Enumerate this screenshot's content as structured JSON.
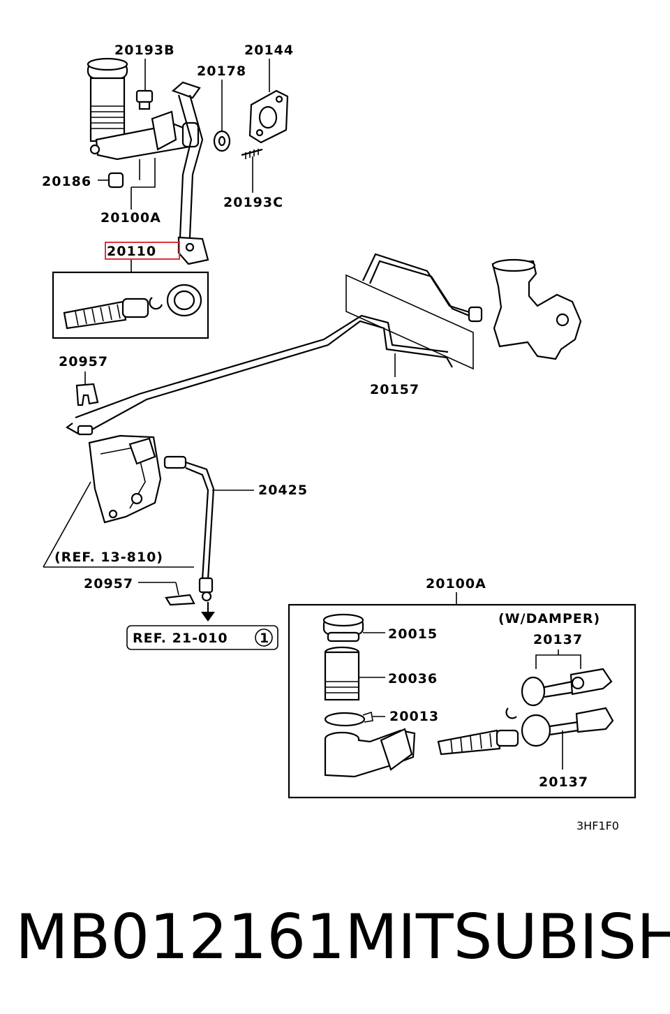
{
  "labels": {
    "l20193B": "20193B",
    "l20144": "20144",
    "l20178": "20178",
    "l20186": "20186",
    "l20193C": "20193C",
    "l20100A_top": "20100A",
    "l20110": "20110",
    "l20957_a": "20957",
    "l20157": "20157",
    "l20425": "20425",
    "ref13": "(REF. 13-810)",
    "l20957_b": "20957",
    "ref21": "REF. 21-010",
    "ref21_circle": "1",
    "l20100A_box": "20100A",
    "damper": "(W/DAMPER)",
    "l20015": "20015",
    "l20036": "20036",
    "l20013": "20013",
    "l20137_a": "20137",
    "l20137_b": "20137",
    "code": "3HF1F0"
  },
  "highlight_color": "#e0303a",
  "footer": {
    "part_number": "MB012161",
    "brand": "MITSUBISHI"
  }
}
